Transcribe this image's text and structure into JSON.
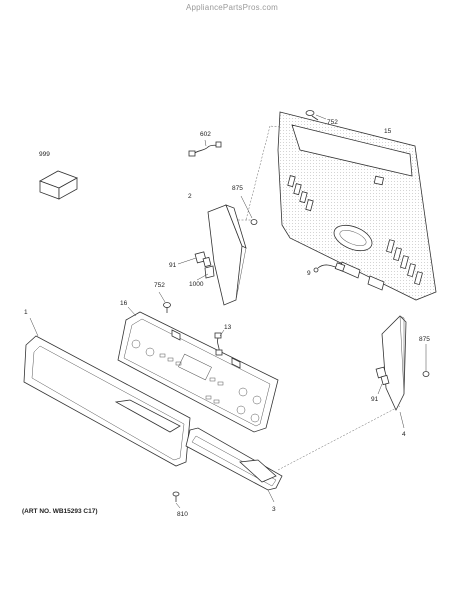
{
  "watermark": "AppliancePartsPros.com",
  "art_number": "(ART NO. WB15293 C17)",
  "callouts": {
    "c999": "999",
    "c602": "602",
    "c752a": "752",
    "c15": "15",
    "c875a": "875",
    "c2": "2",
    "c91a": "91",
    "c1000": "1000",
    "c9": "9",
    "c752b": "752",
    "c16": "16",
    "c1": "1",
    "c13": "13",
    "c875b": "875",
    "c91b": "91",
    "c4": "4",
    "c810": "810",
    "c3": "3"
  }
}
